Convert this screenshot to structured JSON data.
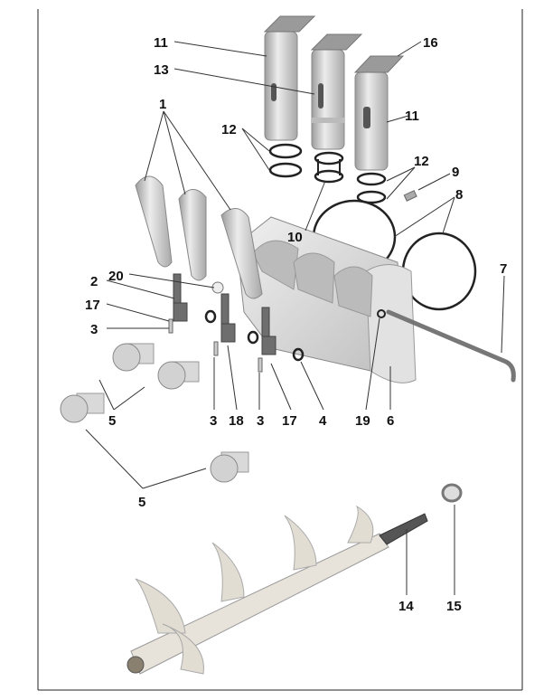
{
  "title": "Exploded parts diagram",
  "labels": {
    "p11a": "11",
    "p16": "16",
    "p13": "13",
    "p1": "1",
    "p12a": "12",
    "p12b": "12",
    "p9": "9",
    "p8": "8",
    "p10": "10",
    "p7": "7",
    "p20": "20",
    "p2": "2",
    "p17a": "17",
    "p3a": "3",
    "p11b": "11",
    "p5a": "5",
    "p3b": "3",
    "p18": "18",
    "p3c": "3",
    "p17b": "17",
    "p4": "4",
    "p19": "19",
    "p6": "6",
    "p5b": "5",
    "p14": "14",
    "p15": "15"
  }
}
